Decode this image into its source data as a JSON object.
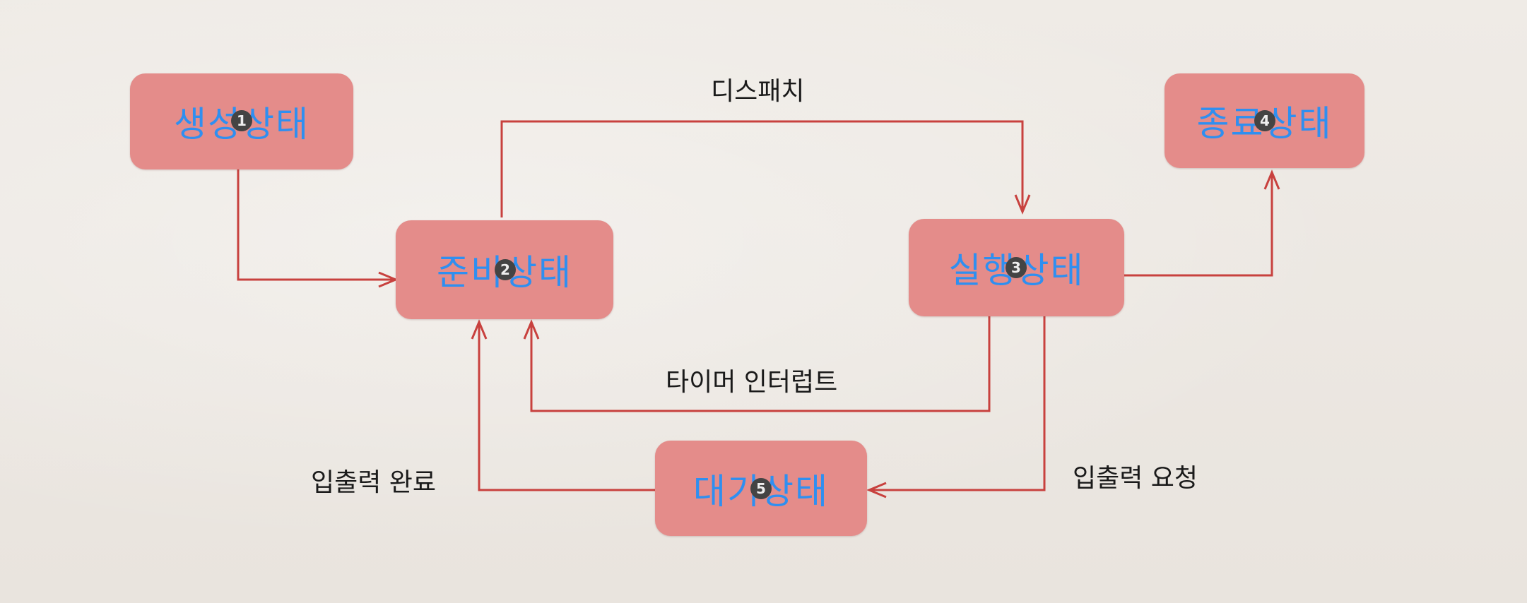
{
  "nodes": {
    "created": {
      "label": "생성상태",
      "badge": "1"
    },
    "ready": {
      "label": "준비상태",
      "badge": "2"
    },
    "running": {
      "label": "실행상태",
      "badge": "3"
    },
    "terminated": {
      "label": "종료상태",
      "badge": "4"
    },
    "waiting": {
      "label": "대기상태",
      "badge": "5"
    }
  },
  "edges": {
    "dispatch": "디스패치",
    "timer_interrupt": "타이머 인터럽트",
    "io_request": "입출력 요청",
    "io_complete": "입출력 완료"
  },
  "colors": {
    "node_fill": "#e48c8a",
    "node_text": "#2f8ff0",
    "arrow": "#c8413e",
    "badge": "#444444"
  }
}
